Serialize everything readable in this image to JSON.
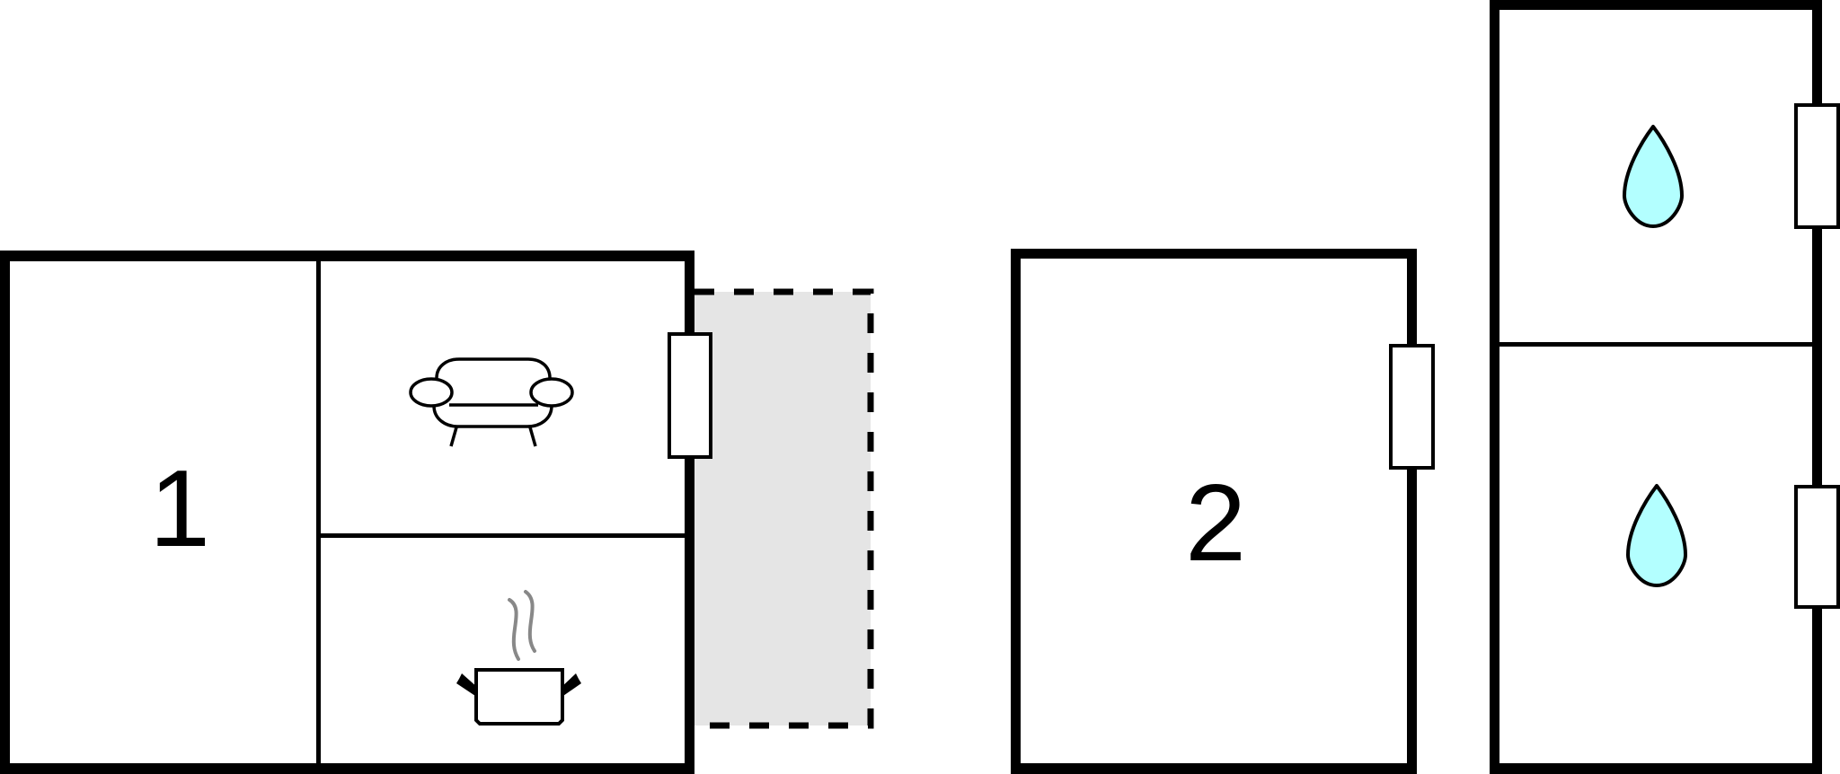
{
  "diagram": {
    "type": "floor-plan",
    "colors": {
      "wall": "#000000",
      "background": "#ffffff",
      "terrace_fill": "#e5e5e5",
      "water_fill": "#b3ffff",
      "steam": "#888888"
    },
    "buildings": [
      {
        "id": "building-1",
        "rooms": [
          {
            "label": "1",
            "kind": "bedroom"
          },
          {
            "label": "",
            "kind": "living-room",
            "icon": "sofa-icon"
          },
          {
            "label": "",
            "kind": "kitchen",
            "icon": "cooking-pot-icon"
          }
        ],
        "windows": 1,
        "terrace": true
      },
      {
        "id": "building-2",
        "rooms": [
          {
            "label": "2",
            "kind": "bedroom"
          }
        ],
        "windows": 1
      },
      {
        "id": "building-3",
        "rooms": [
          {
            "label": "",
            "kind": "bathroom",
            "icon": "water-drop-icon"
          },
          {
            "label": "",
            "kind": "bathroom",
            "icon": "water-drop-icon"
          }
        ],
        "windows": 2
      }
    ]
  },
  "labels": {
    "room1": "1",
    "room2": "2"
  }
}
